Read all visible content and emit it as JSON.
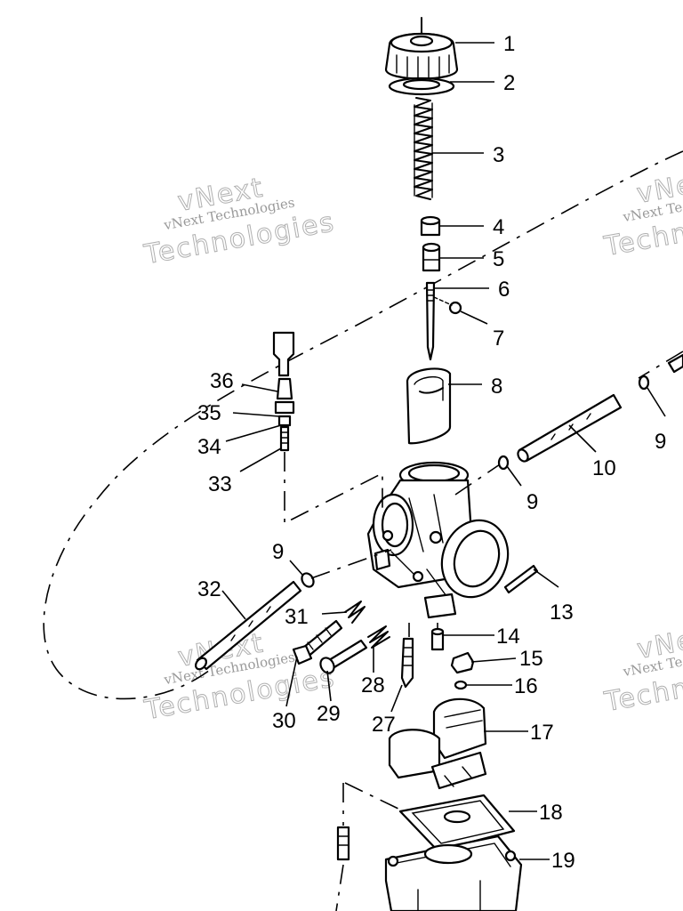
{
  "watermark": {
    "line1": "vNext",
    "line2": "vNext Technologies",
    "line3": "Technologies"
  },
  "callouts": {
    "c1": "1",
    "c2": "2",
    "c3": "3",
    "c4": "4",
    "c5": "5",
    "c6": "6",
    "c7": "7",
    "c8": "8",
    "c9a": "9",
    "c9b": "9",
    "c9c": "9",
    "c10": "10",
    "c13": "13",
    "c14": "14",
    "c15": "15",
    "c16": "16",
    "c17": "17",
    "c18": "18",
    "c19": "19",
    "c27": "27",
    "c28": "28",
    "c29": "29",
    "c30": "30",
    "c31": "31",
    "c32": "32",
    "c33": "33",
    "c34": "34",
    "c35": "35",
    "c36": "36"
  }
}
